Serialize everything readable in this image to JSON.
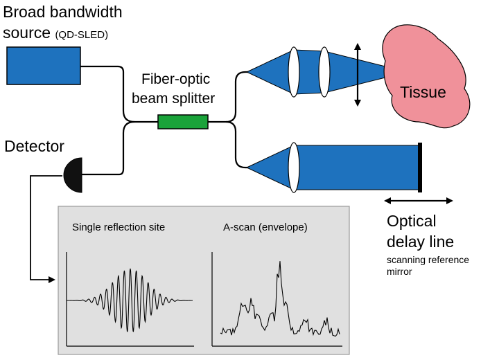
{
  "labels": {
    "source_line1": "Broad bandwidth",
    "source_line2": "source",
    "source_model": "(QD-SLED)",
    "splitter_line1": "Fiber-optic",
    "splitter_line2": "beam splitter",
    "detector": "Detector",
    "tissue": "Tissue",
    "delay_line1": "Optical",
    "delay_line2": "delay line",
    "delay_sub1": "scanning reference",
    "delay_sub2": "mirror"
  },
  "panel": {
    "left_title": "Single reflection site",
    "right_title": "A-scan (envelope)"
  },
  "colors": {
    "source_box": "#1e72be",
    "splitter": "#1aa33a",
    "beam": "#1e72be",
    "tissue": "#f0919a",
    "panel_bg": "#e0e0e0"
  },
  "icons": {
    "detector": "detector-dome-icon",
    "lens": "lens-icon",
    "mirror": "mirror-icon",
    "arrows": "double-arrow-icon"
  }
}
